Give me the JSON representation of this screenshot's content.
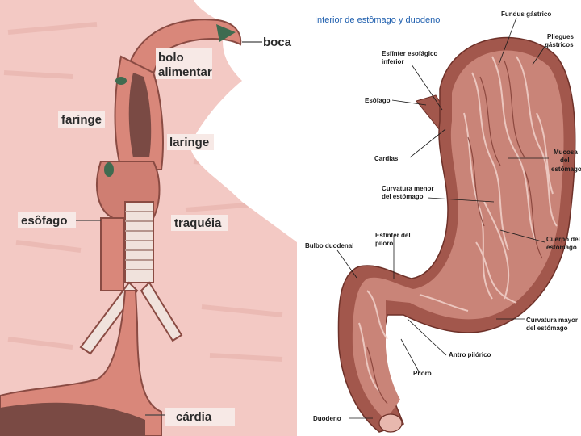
{
  "left_diagram": {
    "labels": {
      "boca": "boca",
      "bolo_line1": "bolo",
      "bolo_line2": "alimentar",
      "faringe": "faringe",
      "laringe": "laringe",
      "esofago": "esôfago",
      "traqueia": "traquéia",
      "cardia": "cárdia"
    },
    "colors": {
      "background": "#f3c9c4",
      "tissue": "#d9877a",
      "dark_tissue": "#7a4a44",
      "cartilage": "#f0e2dc"
    }
  },
  "right_diagram": {
    "title": "Interior de estômago y duodeno",
    "labels": {
      "fundus": "Fundus gástrico",
      "pliegues_1": "Pliegues",
      "pliegues_2": "gástricos",
      "esfinter_esofagico_1": "Esfínter esofágico",
      "esfinter_esofagico_2": "inferior",
      "esofago": "Esófago",
      "cardias": "Cardias",
      "curvatura_menor_1": "Curvatura menor",
      "curvatura_menor_2": "del estómago",
      "mucosa_1": "Mucosa",
      "mucosa_2": "del",
      "mucosa_3": "estómago",
      "esfinter_piloro_1": "Esfínter del",
      "esfinter_piloro_2": "píloro",
      "bulbo_duodenal": "Bulbo duodenal",
      "cuerpo_1": "Cuerpo del",
      "cuerpo_2": "estómago",
      "curvatura_mayor_1": "Curvatura mayor",
      "curvatura_mayor_2": "del estómago",
      "antro_pilorico": "Antro pilórico",
      "piloro": "Píloro",
      "duodeno": "Duodeno"
    },
    "colors": {
      "stomach_wall": "#a2574c",
      "mucosa": "#c98478",
      "fold_highlight": "#f2d2cb",
      "title": "#1f5fae"
    }
  }
}
